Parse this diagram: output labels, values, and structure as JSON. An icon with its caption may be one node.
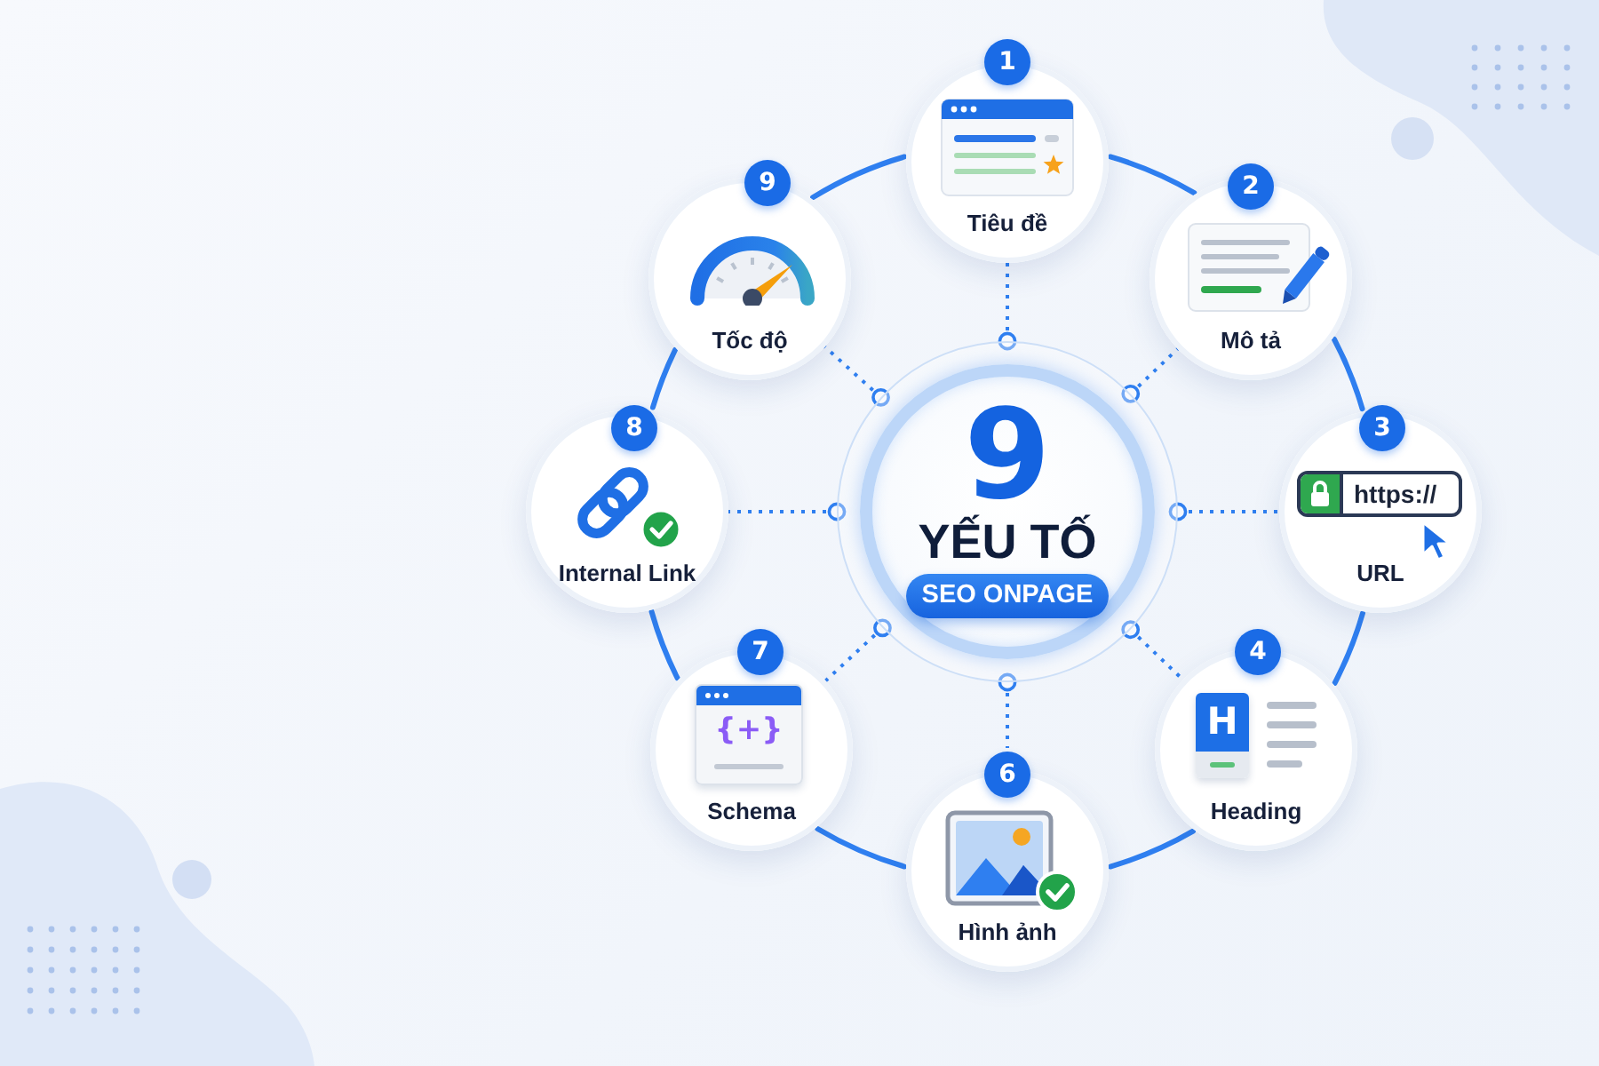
{
  "diagram": {
    "nodes": [
      {
        "text": [
          "9",
          "YẾU TỐ",
          "SEO ONPAGE"
        ]
      },
      {
        "text": [
          "1",
          "Tiêu đề"
        ]
      },
      {
        "text": [
          "2",
          "Mô tả"
        ]
      },
      {
        "text": [
          "3",
          "https://",
          "URL"
        ]
      },
      {
        "text": [
          "4",
          "H",
          "Heading"
        ]
      },
      {
        "text": [
          "6",
          "Hình ảnh"
        ]
      },
      {
        "text": [
          "7",
          "{+}",
          "Schema"
        ]
      },
      {
        "text": [
          "8",
          "Internal Link"
        ]
      },
      {
        "text": [
          "9",
          "Tốc độ"
        ]
      }
    ],
    "edges": [
      {
        "from": 1,
        "to": 2,
        "arrow": "none"
      },
      {
        "from": 2,
        "to": 3,
        "arrow": "none"
      },
      {
        "from": 3,
        "to": 4,
        "arrow": "none"
      },
      {
        "from": 4,
        "to": 5,
        "arrow": "none"
      },
      {
        "from": 5,
        "to": 6,
        "arrow": "none"
      },
      {
        "from": 6,
        "to": 7,
        "arrow": "none"
      },
      {
        "from": 7,
        "to": 8,
        "arrow": "none"
      },
      {
        "from": 8,
        "to": 1,
        "arrow": "none"
      },
      {
        "from": 0,
        "to": 1,
        "arrow": "other",
        "style": "dashed"
      },
      {
        "from": 0,
        "to": 2,
        "arrow": "other",
        "style": "dashed"
      },
      {
        "from": 0,
        "to": 3,
        "arrow": "other",
        "style": "dashed"
      },
      {
        "from": 0,
        "to": 4,
        "arrow": "other",
        "style": "dashed"
      },
      {
        "from": 0,
        "to": 5,
        "arrow": "other",
        "style": "dashed"
      },
      {
        "from": 0,
        "to": 6,
        "arrow": "other",
        "style": "dashed"
      },
      {
        "from": 0,
        "to": 7,
        "arrow": "other",
        "style": "dashed"
      },
      {
        "from": 0,
        "to": 8,
        "arrow": "other",
        "style": "dashed"
      }
    ]
  }
}
